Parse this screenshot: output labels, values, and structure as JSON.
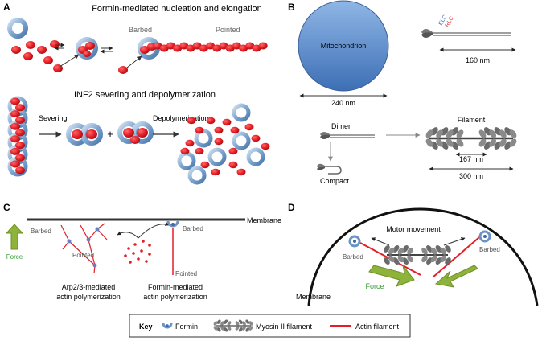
{
  "panels": {
    "A": {
      "letter": "A",
      "title_top": "Formin-mediated nucleation and elongation",
      "barbed": "Barbed",
      "pointed": "Pointed",
      "title_bottom": "INF2 severing and depolymerization",
      "severing": "Severing",
      "plus": "+",
      "depolymerization": "Depolymerization"
    },
    "B": {
      "letter": "B",
      "mitochondrion": "Mitochondrion",
      "mito_size": "240 nm",
      "elc": "ELC",
      "rlc": "RLC",
      "myosin_length": "160 nm",
      "dimer": "Dimer",
      "compact": "Compact",
      "filament": "Filament",
      "bare_zone": "167 nm",
      "filament_length": "300 nm"
    },
    "C": {
      "letter": "C",
      "membrane": "Membrane",
      "barbed_left": "Barbed",
      "barbed_right": "Barbed",
      "pointed_left": "Pointed",
      "pointed_right": "Pointed",
      "force": "Force",
      "arp_line1": "Arp2/3-mediated",
      "arp_line2": "actin polymerization",
      "formin_line1": "Formin-mediated",
      "formin_line2": "actin polymerization"
    },
    "D": {
      "letter": "D",
      "motor": "Motor movement",
      "barbed_left": "Barbed",
      "barbed_right": "Barbed",
      "force": "Force",
      "membrane": "Membrane"
    }
  },
  "key": {
    "title": "Key",
    "formin": "Formin",
    "myosin": "Myosin II filament",
    "actin": "Actin filament"
  },
  "colors": {
    "actin_red": "#e41e26",
    "formin_blue": "#7fa6cf",
    "mito_blue": "#5b8fcf",
    "force_green": "#8db33a",
    "force_text": "#3a9a3a"
  }
}
